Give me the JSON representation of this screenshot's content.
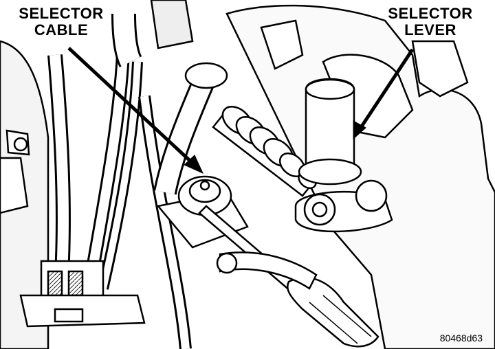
{
  "labels": {
    "selector_cable": [
      "SELECTOR",
      "CABLE"
    ],
    "selector_lever": [
      "SELECTOR",
      "LEVER"
    ]
  },
  "figure_id": "80468d63",
  "colors": {
    "ink": "#000000",
    "paper": "#ffffff",
    "shade": "#d8d8d8"
  }
}
